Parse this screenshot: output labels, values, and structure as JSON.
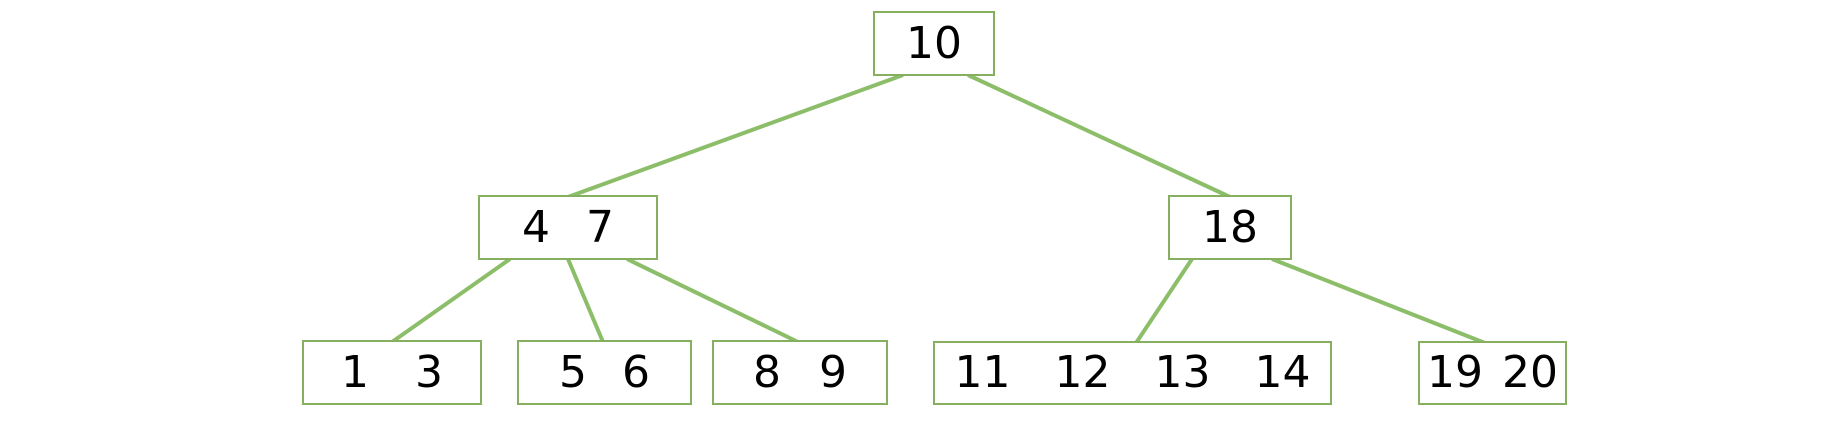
{
  "diagram": {
    "type": "b-tree",
    "colors": {
      "edge": "#8CBE6A",
      "node_border": "#86AF5F",
      "node_fill": "#FFFFFF",
      "text": "#000000",
      "background": "#FFFFFF"
    },
    "nodes": [
      {
        "id": "root",
        "level": 0,
        "keys": [
          10
        ],
        "label": "10"
      },
      {
        "id": "n4-7",
        "level": 1,
        "keys": [
          4,
          7
        ],
        "label": "4 7"
      },
      {
        "id": "n18",
        "level": 1,
        "keys": [
          18
        ],
        "label": "18"
      },
      {
        "id": "n1-3",
        "level": 2,
        "keys": [
          1,
          3
        ],
        "label": "1 3"
      },
      {
        "id": "n5-6",
        "level": 2,
        "keys": [
          5,
          6
        ],
        "label": "5 6"
      },
      {
        "id": "n8-9",
        "level": 2,
        "keys": [
          8,
          9
        ],
        "label": "8 9"
      },
      {
        "id": "n11-12-13-14",
        "level": 2,
        "keys": [
          11,
          12,
          13,
          14
        ],
        "label": "11 12 13 14"
      },
      {
        "id": "n19-20",
        "level": 2,
        "keys": [
          19,
          20
        ],
        "label": "19 20"
      }
    ],
    "edges": [
      {
        "from": "root",
        "to": "n4-7"
      },
      {
        "from": "root",
        "to": "n18"
      },
      {
        "from": "n4-7",
        "to": "n1-3"
      },
      {
        "from": "n4-7",
        "to": "n5-6"
      },
      {
        "from": "n4-7",
        "to": "n8-9"
      },
      {
        "from": "n18",
        "to": "n11-12-13-14"
      },
      {
        "from": "n18",
        "to": "n19-20"
      }
    ]
  }
}
